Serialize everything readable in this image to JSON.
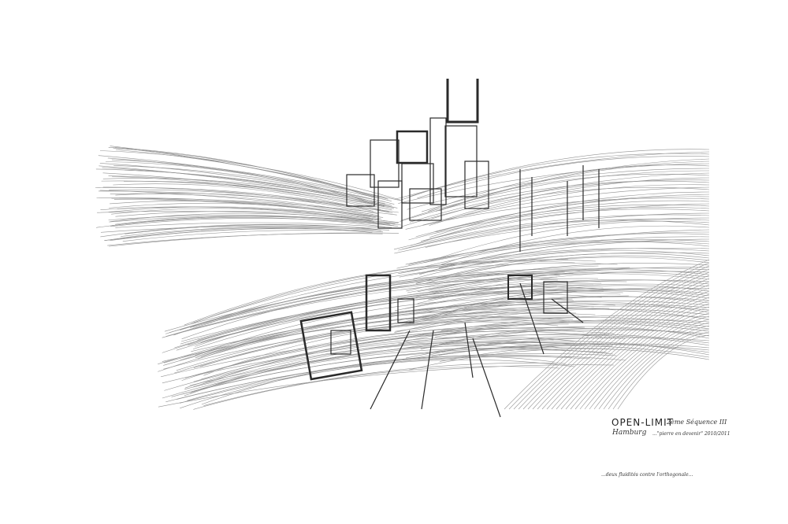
{
  "artwork": {
    "title": "OPEN-LIMIT",
    "sequence": "2ème Séquence III",
    "signature": "Hamburg",
    "subtitle": "...\"pierre en devenir\" 2010/2011",
    "caption": "...deux fluidités contre l'orthogonale..."
  },
  "colors": {
    "paper": "#ffffff",
    "pencil": "#3a3a3a"
  }
}
